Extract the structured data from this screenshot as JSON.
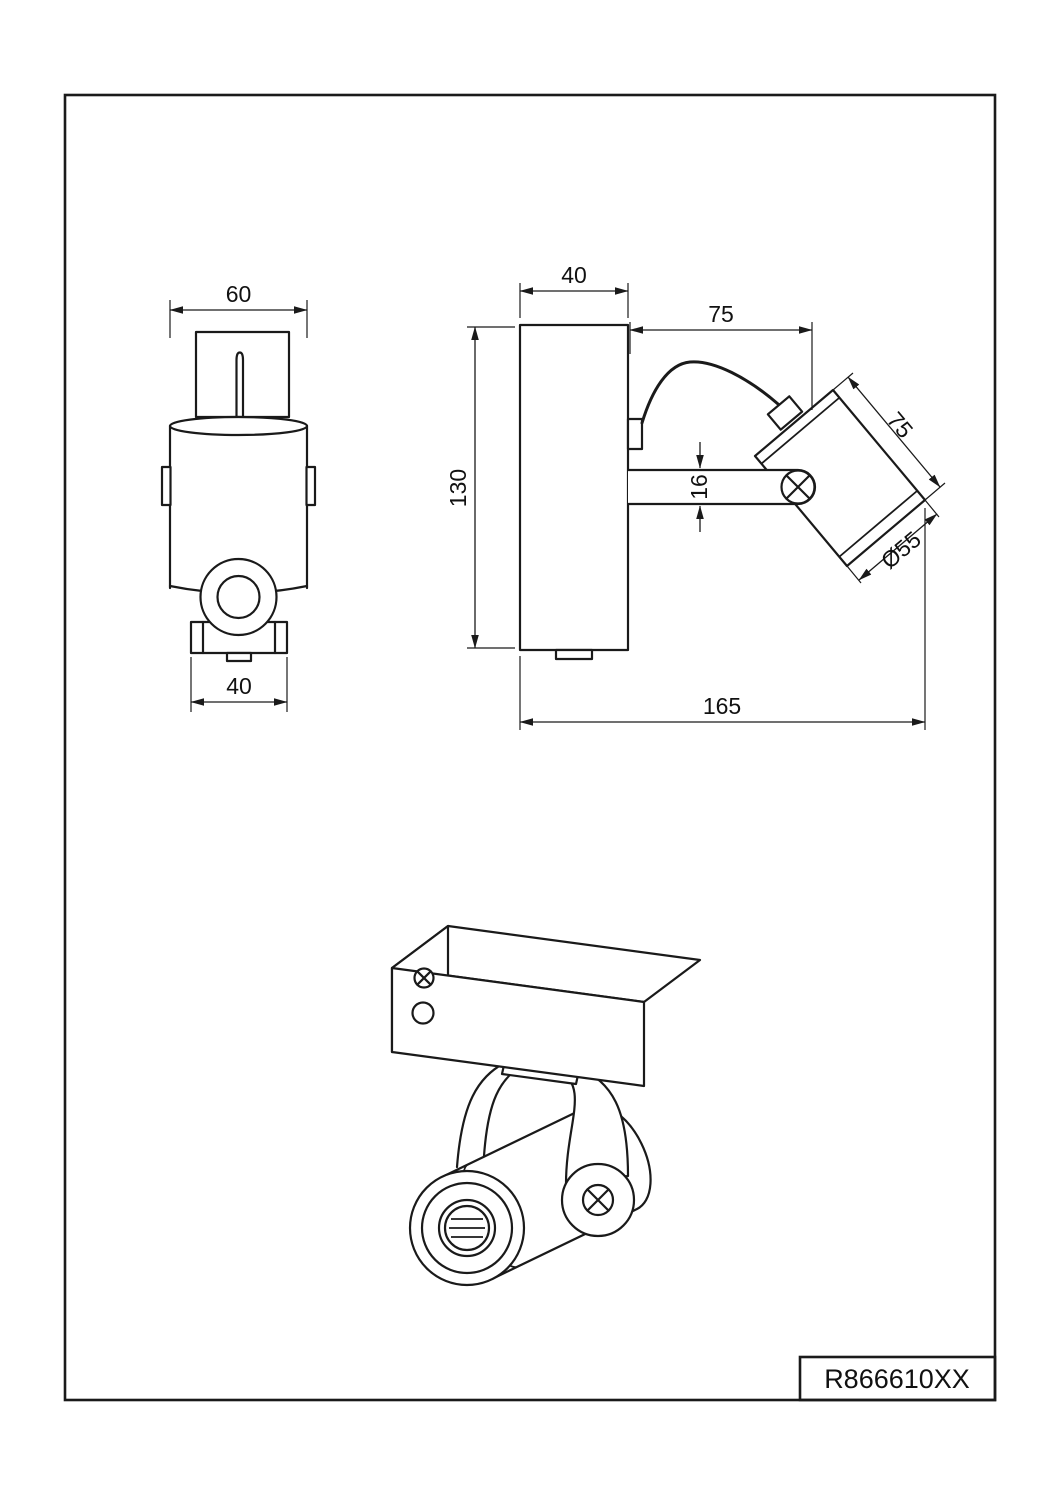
{
  "drawing": {
    "part_number": "R866610XX",
    "views": {
      "front": {
        "dim_width_top": "60",
        "dim_width_bottom": "40"
      },
      "side": {
        "dim_depth": "40",
        "dim_height": "130",
        "dim_arm_length": "75",
        "dim_arm_thickness": "16",
        "dim_head_length": "75",
        "dim_head_diameter": "Ø55",
        "dim_overall_length": "165"
      }
    }
  }
}
